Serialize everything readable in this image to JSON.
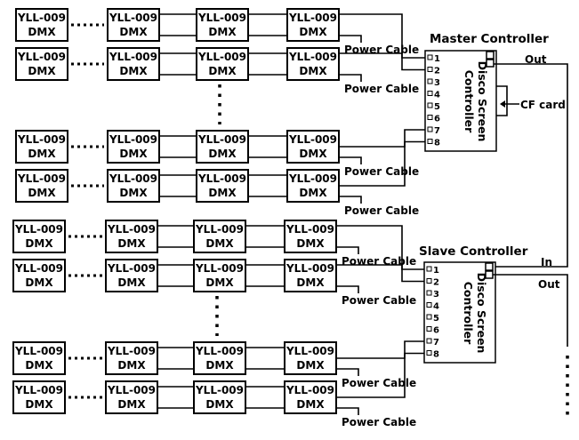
{
  "diagram": {
    "unit_label_line1": "YLL-009",
    "unit_label_line2": "DMX",
    "power_cable_label": "Power Cable",
    "master": {
      "title": "Master Controller",
      "name_line1": "Disco Screen",
      "name_line2": "Controller",
      "ports": [
        "1",
        "2",
        "3",
        "4",
        "5",
        "6",
        "7",
        "8"
      ],
      "out_label": "Out",
      "cf_card_label": "CF card"
    },
    "slave": {
      "title": "Slave Controller",
      "name_line1": "Disco Screen",
      "name_line2": "Controller",
      "ports": [
        "1",
        "2",
        "3",
        "4",
        "5",
        "6",
        "7",
        "8"
      ],
      "in_label": "In",
      "out_label": "Out"
    }
  }
}
